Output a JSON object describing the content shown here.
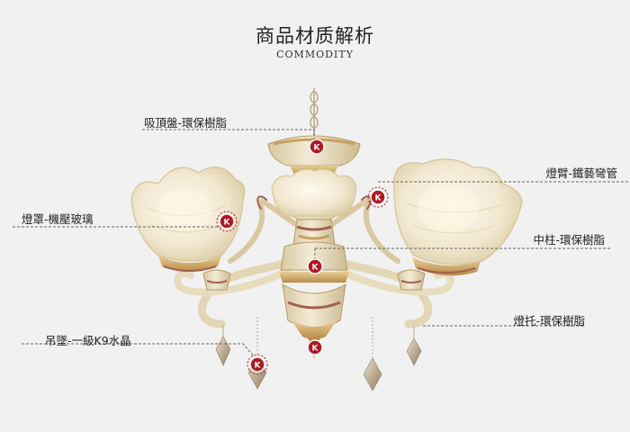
{
  "header": {
    "title": "商品材质解析",
    "subtitle": "COMMODITY"
  },
  "callouts": [
    {
      "id": "ceiling-plate",
      "text": "吸頂盤-環保樹脂"
    },
    {
      "id": "lamp-arm",
      "text": "燈臂-鐵藝彎管"
    },
    {
      "id": "lamp-shade",
      "text": "燈罩-機壓玻璃"
    },
    {
      "id": "center-column",
      "text": "中柱-環保樹脂"
    },
    {
      "id": "lamp-holder",
      "text": "燈托-環保樹脂"
    },
    {
      "id": "pendant",
      "text": "吊墜-一級K9水晶"
    }
  ],
  "marker": {
    "letter": "K",
    "color": "#b01822"
  },
  "colors": {
    "background": "#f1f1f1",
    "body_ivory": "#e9dfc4",
    "gold_trim": "#c9a060",
    "glass": "#f3ecd8",
    "crystal": "#c9b9a0",
    "rose_accent": "#a4604f",
    "leader_line": "#666666"
  }
}
